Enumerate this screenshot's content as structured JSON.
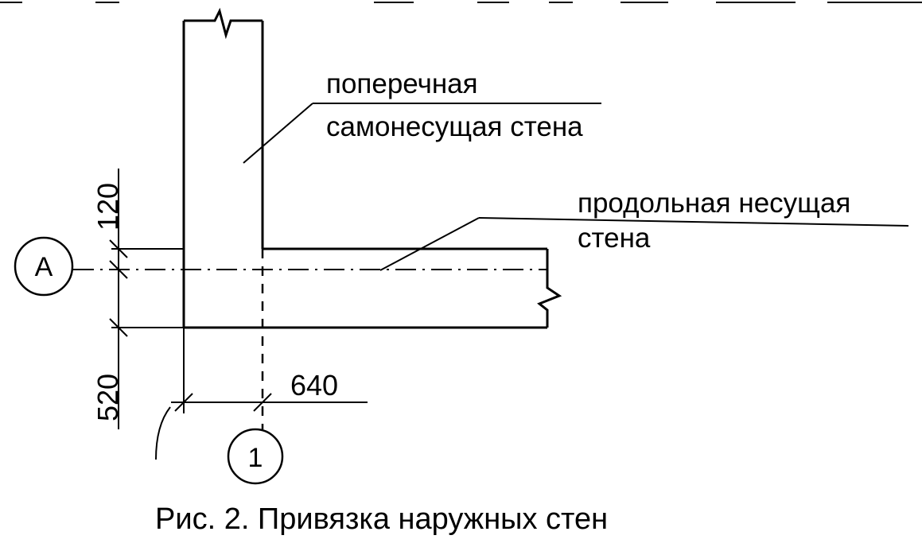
{
  "labels": {
    "transverse_line1": "поперечная",
    "transverse_line2": "самонесущая стена",
    "longitudinal_line1": "продольная несущая",
    "longitudinal_line2": "стена"
  },
  "dimensions": {
    "dim_120": "120",
    "dim_520": "520",
    "dim_640": "640"
  },
  "axis_markers": {
    "horizontal_axis": "A",
    "vertical_axis": "1"
  },
  "caption": "Рис. 2. Привязка наружных стен",
  "top_text_fragment": "т   т  т    тт    тт т       т т т т т т"
}
